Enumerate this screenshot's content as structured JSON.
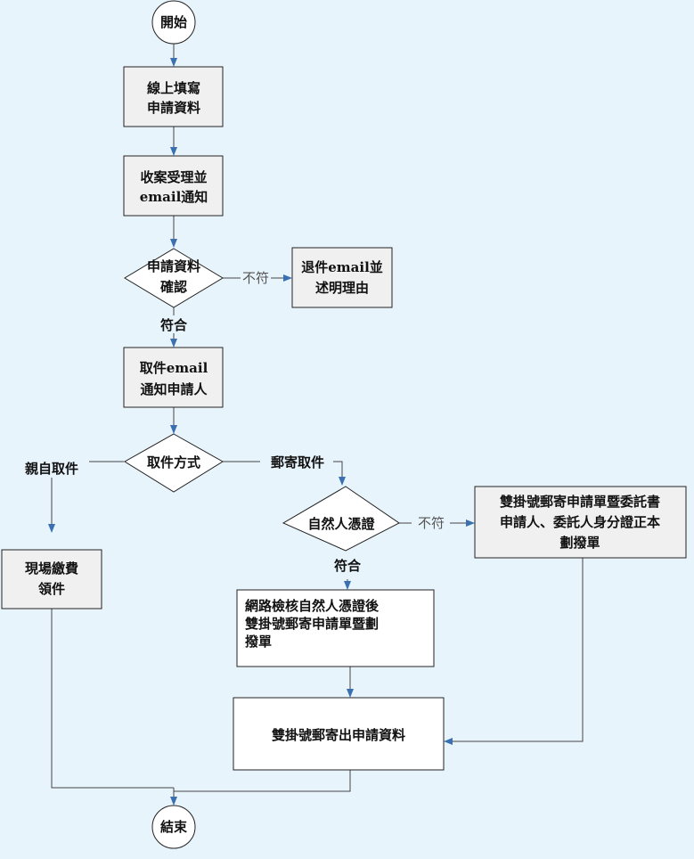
{
  "nodes": {
    "start": "開始",
    "fill_online": [
      "線上填寫",
      "申請資料"
    ],
    "receive": [
      "收案受理並",
      "email通知"
    ],
    "check": [
      "申請資料",
      "確認"
    ],
    "reject": [
      "退件email並",
      "述明理由"
    ],
    "notify": [
      "取件email",
      "通知申請人"
    ],
    "pickup_method": "取件方式",
    "onsite": [
      "現場繳費",
      "領件"
    ],
    "cert": "自然人憑證",
    "mail_docs": [
      "雙掛號郵寄申請單暨委託書",
      "申請人、委託人身分證正本",
      "劃撥單"
    ],
    "online_verify": [
      "網路檢核自然人憑證後",
      "雙掛號郵寄申請單暨劃",
      "撥單"
    ],
    "send": "雙掛號郵寄出申請資料",
    "end": "結束"
  },
  "labels": {
    "not_match_1": "不符",
    "match_1": "符合",
    "self_pickup": "親自取件",
    "mail_pickup": "郵寄取件",
    "not_match_2": "不符",
    "match_2": "符合"
  },
  "colors": {
    "background": "#e8f4fc",
    "arrow": "#3a6fb0"
  }
}
